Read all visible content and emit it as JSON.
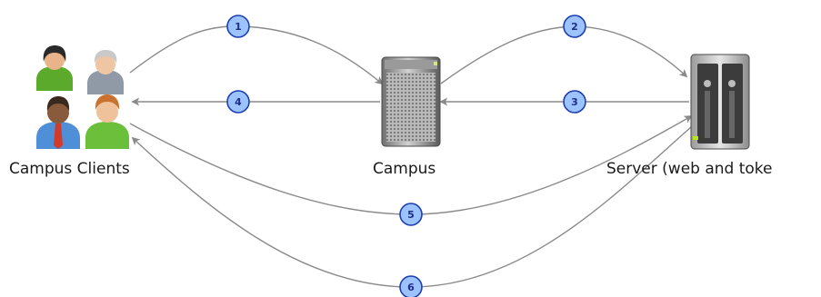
{
  "nodes": {
    "clients": {
      "label": "Campus Clients",
      "icon": "people-group-icon"
    },
    "campus": {
      "label": "Campus",
      "icon": "server-tower-icon"
    },
    "server": {
      "label": "Server (web and toke",
      "icon": "nas-server-icon"
    }
  },
  "steps": [
    "1",
    "2",
    "3",
    "4",
    "5",
    "6"
  ],
  "colors": {
    "arrow": "#8a8a8a",
    "badge_fill": "#9dc3ff",
    "badge_stroke": "#1d3fb0",
    "badge_text": "#1d2f86"
  }
}
